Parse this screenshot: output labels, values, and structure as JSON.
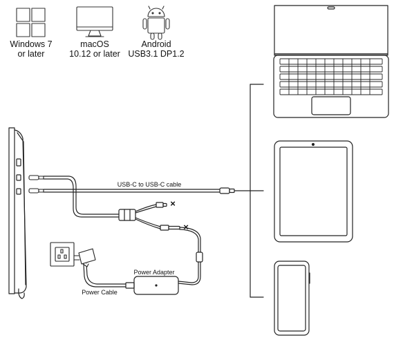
{
  "os_support": [
    {
      "icon": "windows-logo-icon",
      "line1": "Windows 7",
      "line2": "or later"
    },
    {
      "icon": "monitor-icon",
      "line1": "macOS",
      "line2": "10.12 or later"
    },
    {
      "icon": "android-robot-icon",
      "line1": "Android",
      "line2": "USB3.1 DP1.2"
    }
  ],
  "labels": {
    "usb_c_cable": "USB-C to USB-C cable",
    "power_adapter": "Power Adapter",
    "power_cable": "Power Cable",
    "blocked_mark_1": "×",
    "blocked_mark_2": "×"
  },
  "devices": [
    "laptop-icon",
    "tablet-icon",
    "smartphone-icon"
  ]
}
